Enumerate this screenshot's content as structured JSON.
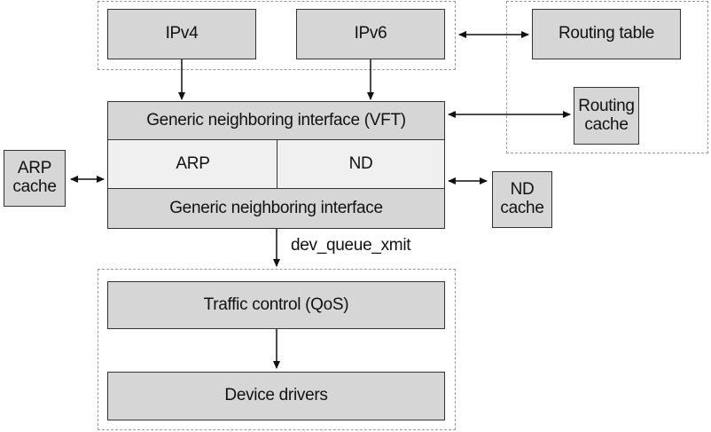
{
  "nodes": {
    "ipv4": "IPv4",
    "ipv6": "IPv6",
    "routing_table": "Routing table",
    "routing_cache": "Routing\ncache",
    "generic_vft": "Generic neighboring interface (VFT)",
    "arp": "ARP",
    "nd": "ND",
    "generic_iface": "Generic neighboring  interface",
    "arp_cache": "ARP\ncache",
    "nd_cache": "ND\ncache",
    "traffic_control": "Traffic control (QoS)",
    "device_drivers": "Device drivers"
  },
  "edges": {
    "dev_queue_xmit": "dev_queue_xmit"
  }
}
